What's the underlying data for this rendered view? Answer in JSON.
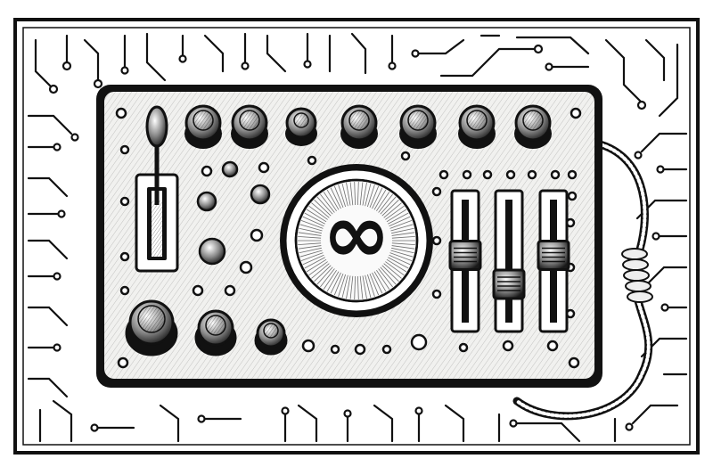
{
  "illustration": {
    "center_symbol": "∞",
    "center_symbol_name": "infinity-icon",
    "ink_color": "#111111",
    "paper_color": "#ffffff",
    "panel_color": "#f1f1ef"
  },
  "controls": {
    "top_knob_count": 7,
    "fader_count": 3,
    "fader_levels": [
      0.55,
      0.3,
      0.55
    ],
    "lever_level": 0.85
  }
}
